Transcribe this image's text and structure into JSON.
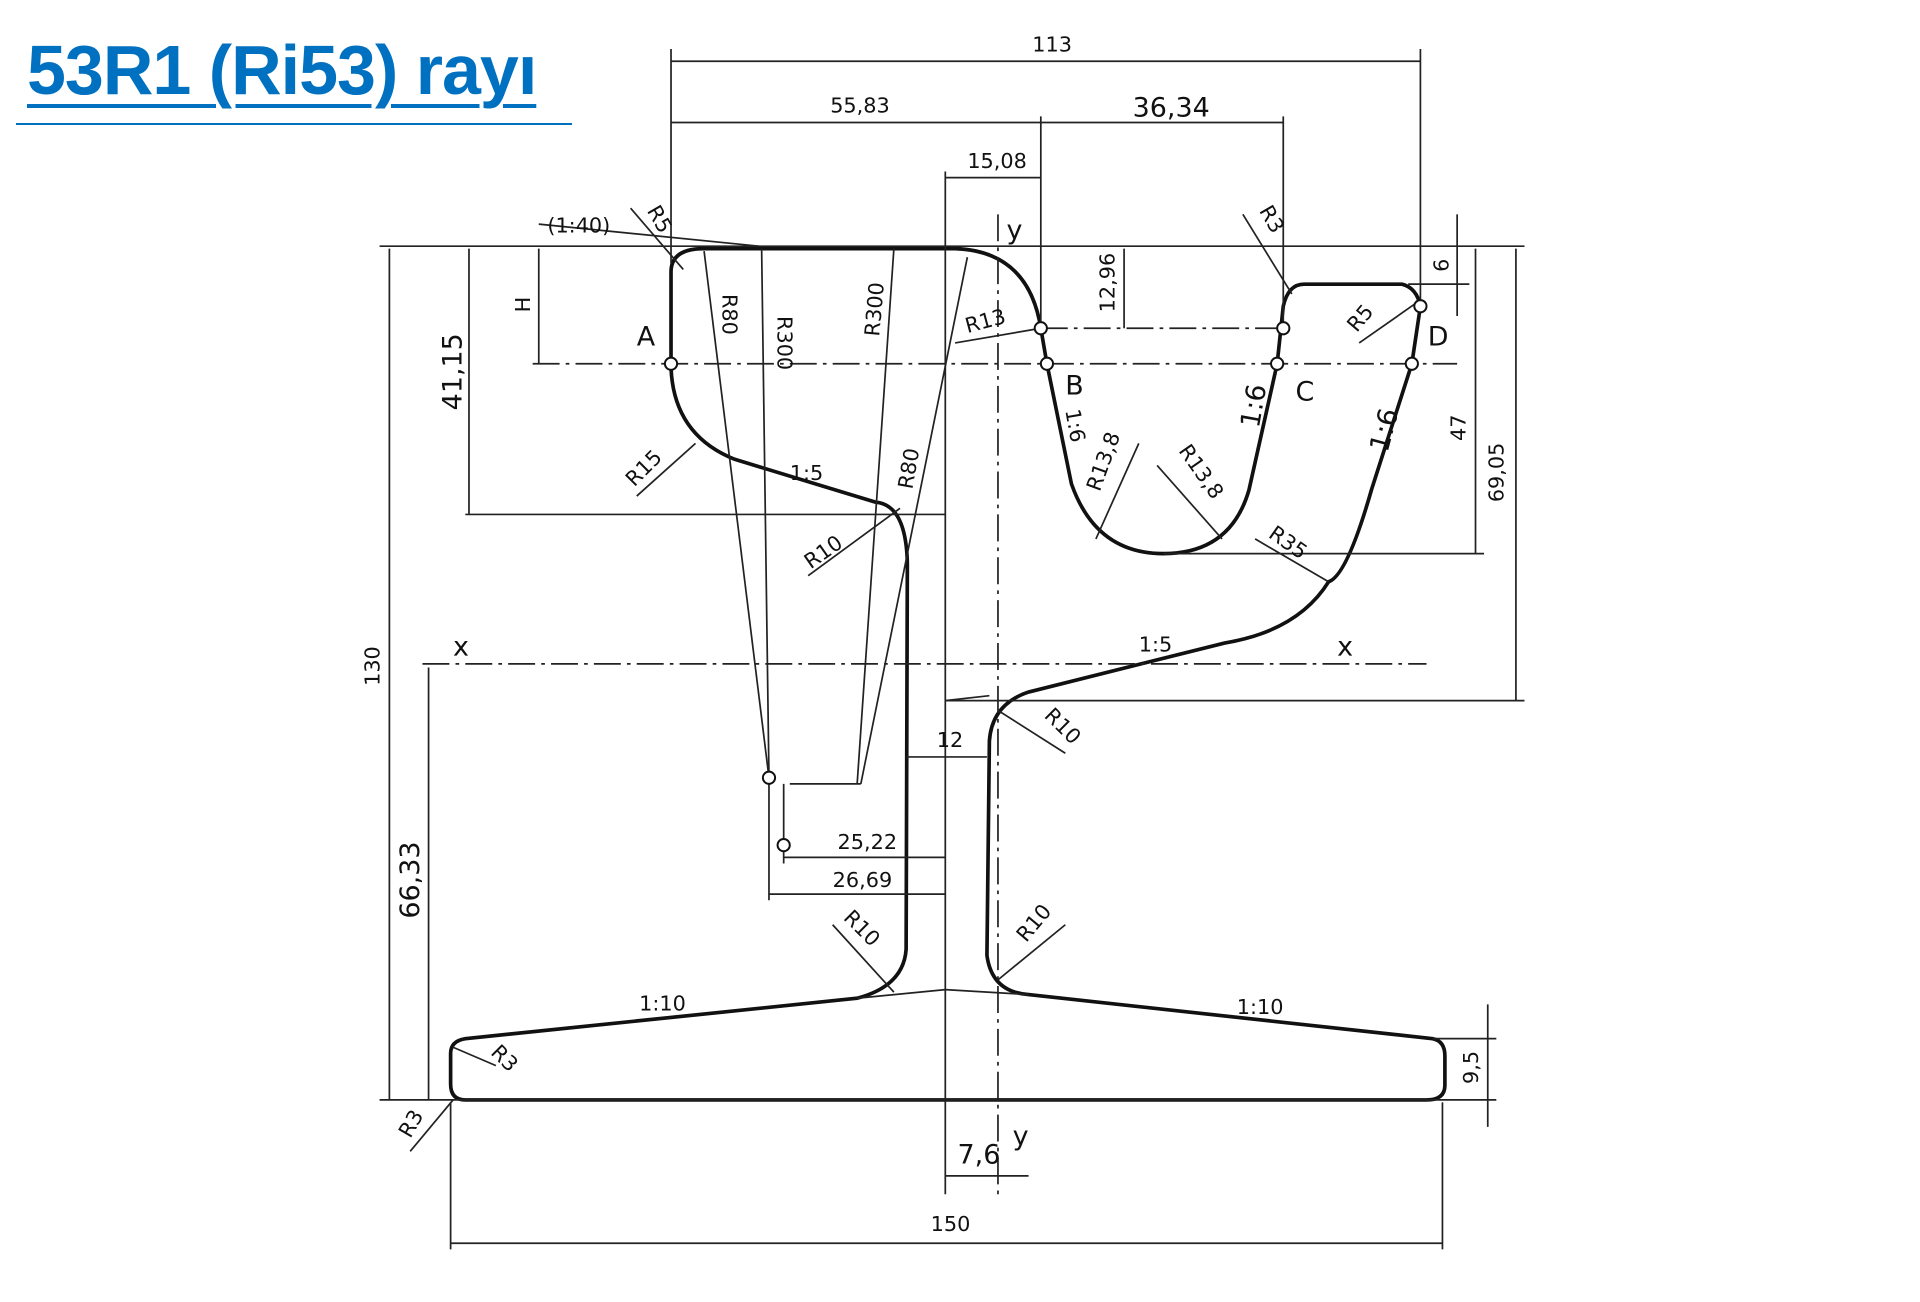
{
  "title": "53R1 (Ri53) rayı",
  "dimensions": {
    "d113": "113",
    "d5583": "55,83",
    "d3634": "36,34",
    "d1508": "15,08",
    "d140": "(1:40)",
    "d1296": "12,96",
    "d6": "6",
    "d4115": "41,15",
    "dH": "H",
    "d47": "47",
    "d6905": "69,05",
    "d130": "130",
    "d6633": "66,33",
    "d12": "12",
    "d2522": "25,22",
    "d2669": "26,69",
    "d95": "9,5",
    "d76": "7,6",
    "d150": "150"
  },
  "radii": {
    "r5a": "R5",
    "r80a": "R80",
    "r300a": "R300",
    "r300b": "R300",
    "r13": "R13",
    "r3a": "R3",
    "r5b": "R5",
    "r15": "R15",
    "r80b": "R80",
    "r10a": "R10",
    "r138a": "R13,8",
    "r138b": "R13,8",
    "r35": "R35",
    "r10b": "R10",
    "r10c": "R10",
    "r10d": "R10",
    "r3b": "R3",
    "r3c": "R3"
  },
  "slopes": {
    "s15a": "1:5",
    "s15b": "1:5",
    "s16a": "1:6",
    "s16b": "1:6",
    "s16c": "1:6",
    "s110a": "1:10",
    "s110b": "1:10"
  },
  "points": {
    "A": "A",
    "B": "B",
    "C": "C",
    "D": "D"
  },
  "axes": {
    "x1": "x",
    "x2": "x",
    "y1": "y",
    "y2": "y"
  }
}
